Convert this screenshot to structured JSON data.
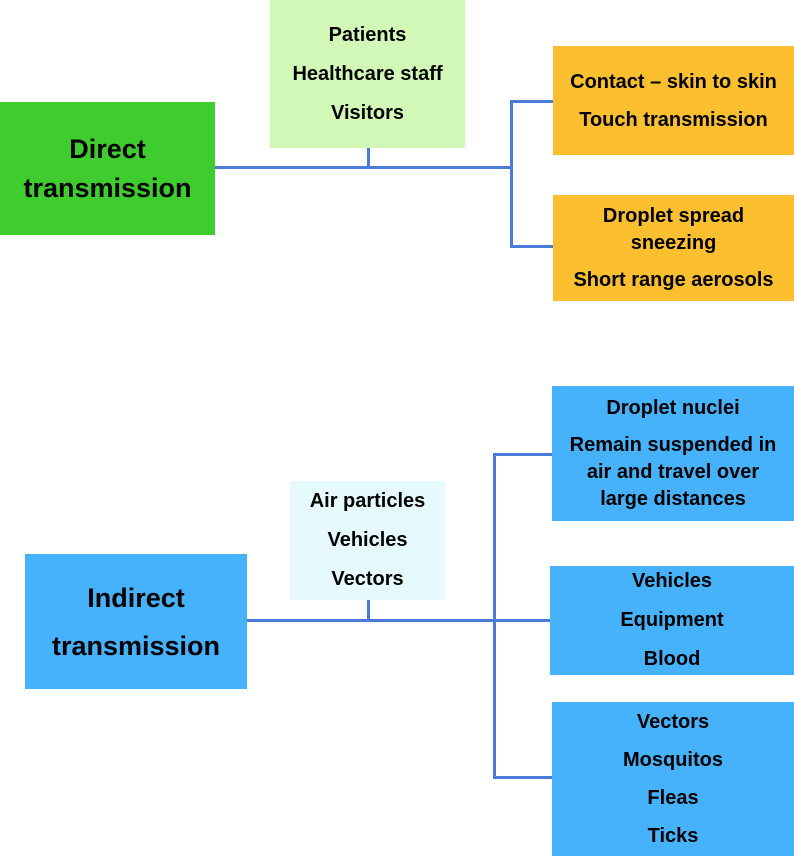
{
  "direct": {
    "title_lines": [
      "Direct",
      "transmission"
    ],
    "sources": [
      "Patients",
      "Healthcare staff",
      "Visitors"
    ],
    "contact": [
      "Contact – skin to skin",
      "Touch transmission"
    ],
    "droplet": [
      "Droplet spread",
      "sneezing",
      "Short range aerosols"
    ]
  },
  "indirect": {
    "title_lines": [
      "Indirect",
      "transmission"
    ],
    "sources": [
      "Air particles",
      "Vehicles",
      "Vectors"
    ],
    "nuclei": [
      "Droplet nuclei",
      "Remain suspended in",
      "air and travel over",
      "large distances"
    ],
    "vehicles": [
      "Vehicles",
      "Equipment",
      "Blood"
    ],
    "vectors": [
      "Vectors",
      "Mosquitos",
      "Fleas",
      "Ticks"
    ]
  },
  "colors": {
    "direct_box": "#3fcc2e",
    "direct_sources": "#d2f8b8",
    "direct_branches": "#fbbf30",
    "indirect_box": "#45b2fb",
    "indirect_sources": "#e6fafe",
    "connector": "#4a7bd8"
  }
}
